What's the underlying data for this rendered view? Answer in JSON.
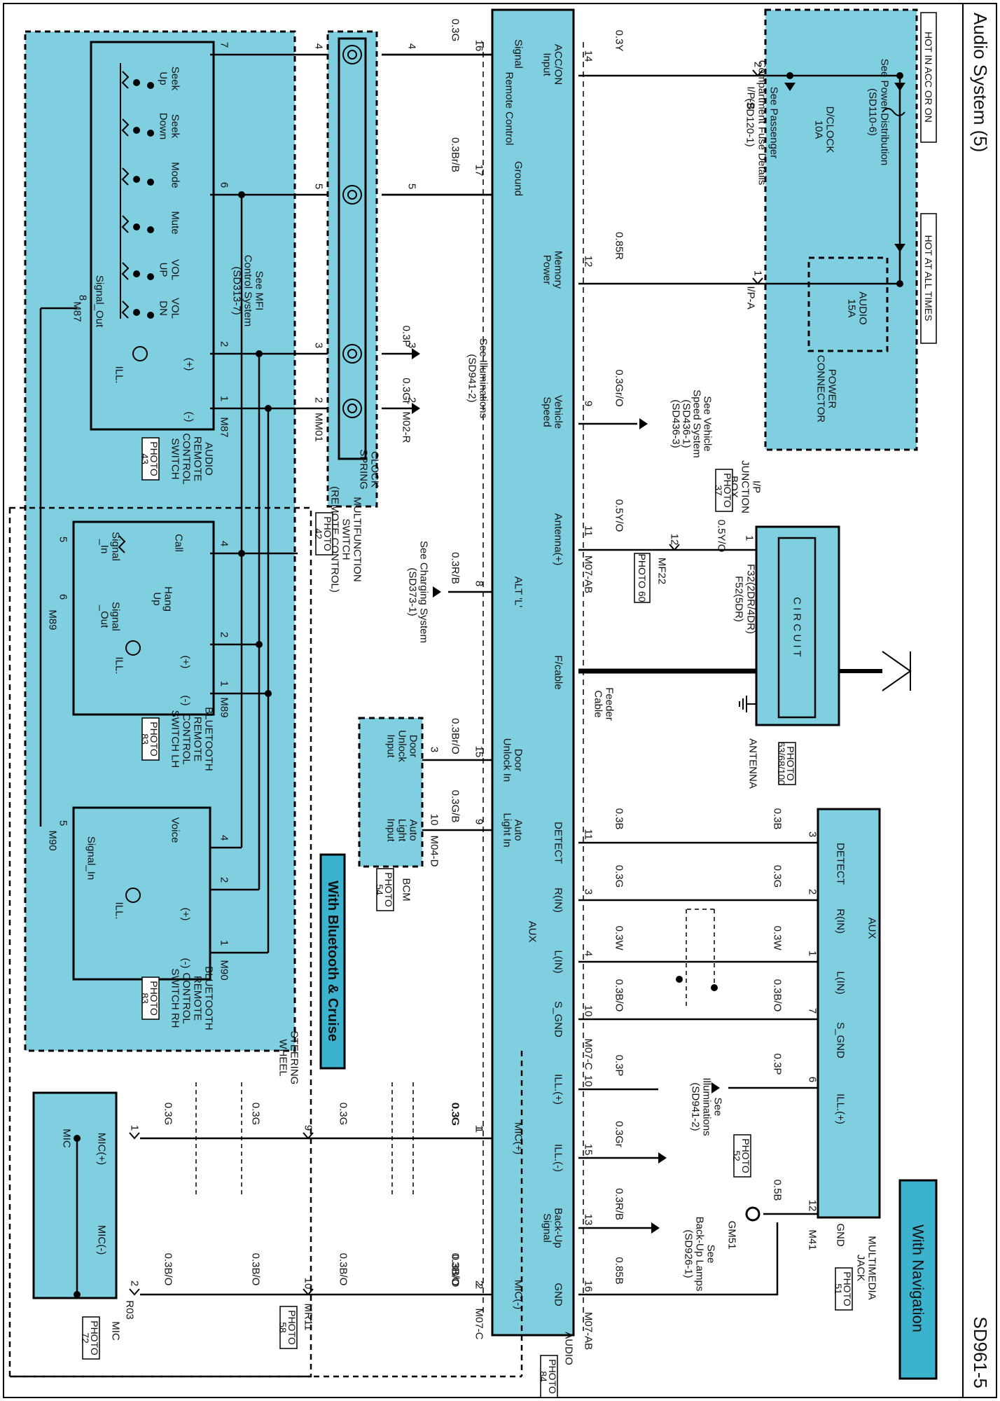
{
  "page": {
    "title": "Audio System (5)",
    "code": "SD961-5"
  },
  "colors": {
    "module_fill": "#7fcfe1",
    "dashed": "#222222",
    "badge": "#3bb2ce",
    "ref_blue": "#1f3fb2",
    "wire": "#000000"
  },
  "hot_labels": [
    "HOT IN ACC OR ON",
    "HOT AT ALL TIMES"
  ],
  "audio_unit": {
    "name": "AUDIO",
    "photo": [
      "PHOTO",
      "84"
    ],
    "pins_top": [
      {
        "pin": "14",
        "label": [
          "ACC/ON",
          "Input"
        ],
        "wire": "0.3Y"
      },
      {
        "pin": "12",
        "label": [
          "Memory",
          "Power"
        ],
        "wire": "0.85R"
      },
      {
        "pin": "9",
        "label": [
          "Vehicle",
          "Speed"
        ],
        "wire": "0.3Gr/O"
      },
      {
        "pin": "11",
        "label": [
          "Antenna(+)"
        ],
        "wire": "0.5Y/O"
      },
      {
        "pin": "",
        "label": [
          "F/cable"
        ],
        "wire": ""
      },
      {
        "pin": "11",
        "label": [
          "DETECT"
        ],
        "wire": "0.3B"
      },
      {
        "pin": "3",
        "label": [
          "R(IN)"
        ],
        "wire": "0.3G"
      },
      {
        "pin": "4",
        "label": [
          "L(IN)"
        ],
        "wire": "0.3W"
      },
      {
        "pin": "10",
        "label": [
          "S_GND"
        ],
        "wire": "0.3B/O"
      },
      {
        "pin": "10",
        "label": [
          "ILL.(+)"
        ],
        "wire": "0.3P"
      },
      {
        "pin": "15",
        "label": [
          "ILL.(-)"
        ],
        "wire": "0.3Gr"
      },
      {
        "pin": "13",
        "label": [
          "Back-Up",
          "Signal"
        ],
        "wire": "0.3R/B"
      },
      {
        "pin": "16",
        "label": [
          "GND"
        ],
        "wire": "0.85B"
      }
    ],
    "pins_bottom": [
      {
        "pin": "16",
        "label": [
          "Signal"
        ],
        "wire": "0.3G"
      },
      {
        "pin": "17",
        "label": [
          "Ground"
        ],
        "wire": "0.3Br/B"
      },
      {
        "pin": "8",
        "label": [
          "ALT 'L'"
        ],
        "wire": "0.3R/B"
      },
      {
        "pin": "15",
        "label": [
          "Door",
          "Unlock In"
        ],
        "wire": "0.3Br/O"
      },
      {
        "pin": "9",
        "label": [
          "Auto",
          "Light In"
        ],
        "wire": "0.3G/B"
      },
      {
        "pin": "1",
        "label": [
          "MIC(+)"
        ],
        "wire": "0.3G"
      },
      {
        "pin": "2",
        "label": [
          "MIC(-)"
        ],
        "wire": "0.3B/O"
      }
    ],
    "group_remote": "Remote Control",
    "group_aux": "AUX",
    "connectors": [
      "M07-AB",
      "M07-C",
      "M07-C",
      "M07-AB"
    ]
  },
  "junction_box": {
    "name": [
      "I/P",
      "JUNCTION",
      "BOX"
    ],
    "photo": [
      "PHOTO",
      "37"
    ],
    "see_power": [
      "See Power Distribution",
      "(SD110-6)"
    ],
    "see_fuse": [
      "See Passenger",
      "Compartment Fuse Details",
      "(SD120-1)"
    ],
    "fuse_dclock": [
      "D/CLOCK",
      "10A"
    ],
    "fuse_audio": [
      "AUDIO",
      "15A"
    ],
    "power_connector": [
      "POWER",
      "CONNECTOR"
    ],
    "pins": [
      {
        "pin": "2",
        "conn": "I/P-B"
      },
      {
        "pin": "1",
        "conn": "I/P-A"
      }
    ]
  },
  "vehicle_speed_ref": [
    "See Vehicle",
    "Speed System",
    "(SD436-1)",
    "(SD436-3)"
  ],
  "antenna": {
    "name": "ANTENNA",
    "photo": [
      "PHOTO",
      "63/68/100"
    ],
    "circuit": "C I R C U I T",
    "conn": [
      "F32(2DR/4DR)",
      "F52(5DR)"
    ],
    "pin": "1",
    "wire": "0.5Y/O",
    "inline": {
      "pin": "12",
      "conn": "MF22",
      "photo": "PHOTO 60"
    },
    "feeder": [
      "Feeder",
      "Cable"
    ]
  },
  "aux_jack": {
    "name": [
      "MULTIMEDIA",
      "JACK"
    ],
    "photo": [
      "PHOTO",
      "51"
    ],
    "title": "AUX",
    "pins": [
      {
        "pin": "3",
        "label": "DETECT",
        "wire": "0.3B"
      },
      {
        "pin": "2",
        "label": "R(IN)",
        "wire": "0.3G"
      },
      {
        "pin": "1",
        "label": "L(IN)",
        "wire": "0.3W"
      },
      {
        "pin": "7",
        "label": "S_GND",
        "wire": "0.3B/O"
      },
      {
        "pin": "6",
        "label": "ILL.(+)",
        "wire": "0.3P"
      },
      {
        "pin": "12",
        "label": "GND",
        "wire": "0.5B"
      }
    ],
    "conn": "M41",
    "with_nav": "With Navigation",
    "photo52": [
      "PHOTO",
      "52"
    ]
  },
  "illum_ref_top": [
    "See",
    "Illuminations",
    "(SD941-2)"
  ],
  "backup_ref": [
    "See",
    "Back-Up Lamps",
    "(SD926-1)"
  ],
  "ground_gm51": "GM51",
  "clock_spring": {
    "name": [
      "CLOCK",
      "SPRING"
    ],
    "pins_upper": [
      "4",
      "5",
      "3",
      "2"
    ],
    "pins_lower": [
      "4",
      "5",
      "3",
      "2"
    ],
    "conn_upper": "M02-R",
    "conn_lower": "MM01",
    "wires": [
      "0.3P",
      "0.3Gr"
    ]
  },
  "illum_ref_left": [
    "See Illuminations",
    "(SD941-2)"
  ],
  "multifunction": {
    "name": [
      "MULTIFUNCTION",
      "SWITCH",
      "(REMOTE CONTROL)"
    ],
    "photo": [
      "PHOTO",
      "42"
    ]
  },
  "charging_ref": [
    "See Charging System",
    "(SD373-1)"
  ],
  "mfi_ref": [
    "See MFI",
    "Control System",
    "(SD313-7)"
  ],
  "remote_switch": {
    "name": [
      "AUDIO",
      "REMOTE",
      "CONTROL",
      "SWITCH"
    ],
    "photo": [
      "PHOTO",
      "43"
    ],
    "buttons": [
      [
        "Seek",
        "Up"
      ],
      [
        "Seek",
        "Down"
      ],
      [
        "Mode"
      ],
      [
        "Mute"
      ],
      [
        "VOL",
        "UP"
      ],
      [
        "VOL",
        "DN"
      ]
    ],
    "pins": [
      "7",
      "6",
      "2",
      "1",
      "8"
    ],
    "conn": "M87",
    "signal_out": "Signal_Out",
    "ill": "ILL.",
    "plus": "(+)",
    "minus": "(-)"
  },
  "bt_lh": {
    "name": [
      "BLUETOOTH",
      "REMOTE",
      "CONTROL",
      "SWITCH LH"
    ],
    "photo": [
      "PHOTO",
      "83"
    ],
    "labels": [
      "Call",
      [
        "Hang",
        "Up"
      ],
      [
        "Signal",
        "_In"
      ],
      [
        "Signal",
        "_Out"
      ]
    ],
    "pins": [
      "4",
      "2",
      "1",
      "5",
      "6"
    ],
    "conn": "M89"
  },
  "bt_rh": {
    "name": [
      "BLUETOOTH",
      "REMOTE",
      "CONTROL",
      "SWITCH RH"
    ],
    "photo": [
      "PHOTO",
      "83"
    ],
    "labels": [
      "Voice",
      "Signal_In"
    ],
    "pins": [
      "4",
      "2",
      "1",
      "5"
    ],
    "conn": "M90"
  },
  "steering_wheel": [
    "STEERING",
    "WHEEL"
  ],
  "with_bt": "With Bluetooth & Cruise",
  "bcm": {
    "name": "BCM",
    "photo": [
      "PHOTO",
      "54"
    ],
    "door": [
      "Door",
      "Unlock",
      "Input"
    ],
    "auto": [
      "Auto",
      "Light",
      "Input"
    ],
    "pins": [
      "3",
      "10"
    ],
    "conn": "M04-D"
  },
  "mic_section": {
    "pins_m07": [
      "1",
      "2"
    ],
    "wires": [
      "0.3G",
      "0.3B/O"
    ],
    "mr11": {
      "pins": [
        "9",
        "10"
      ],
      "conn": "MR11",
      "photo": [
        "PHOTO",
        "58"
      ]
    },
    "r03": {
      "pins": [
        "1",
        "2"
      ],
      "conn": "R03"
    },
    "mic": {
      "name": "MIC",
      "photo": [
        "PHOTO",
        "72"
      ],
      "plus": "MIC(+)",
      "minus": "MIC(-)",
      "label": "MIC"
    }
  }
}
